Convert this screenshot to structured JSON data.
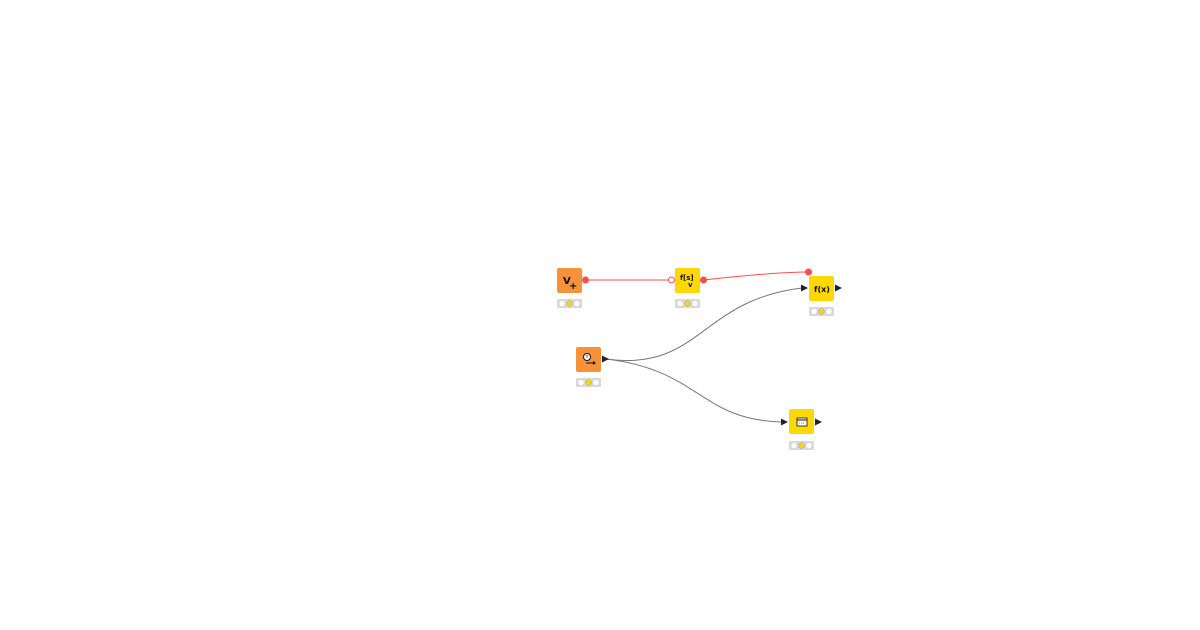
{
  "colors": {
    "source_node": "#f7923a",
    "manipulator_node": "#ffd800",
    "variable_connection": "#ff4d4d",
    "data_connection": "#777777",
    "status_bar": "#d9d9d9",
    "status_active": "#ffd800"
  },
  "nodes": [
    {
      "id": "variable-creator",
      "icon": "variable-plus-icon",
      "glyph": "V+",
      "type": "source",
      "status": "configured"
    },
    {
      "id": "string-to-variable",
      "icon": "string-variable-icon",
      "glyph": "f[s]v",
      "type": "manipulator",
      "status": "configured"
    },
    {
      "id": "math-formula",
      "icon": "function-x-icon",
      "glyph": "f(x)",
      "type": "manipulator",
      "status": "configured"
    },
    {
      "id": "date-time-creator",
      "icon": "clock-arrow-icon",
      "glyph": "",
      "type": "source",
      "status": "configured"
    },
    {
      "id": "table-manipulator",
      "icon": "table-window-icon",
      "glyph": "",
      "type": "manipulator",
      "status": "configured"
    }
  ]
}
